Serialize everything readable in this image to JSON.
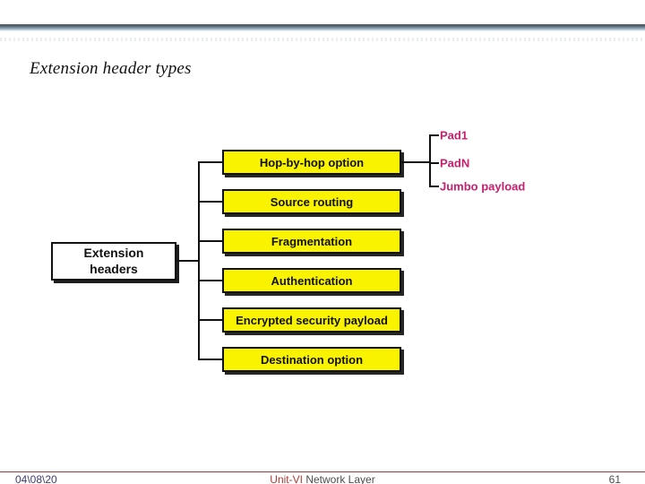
{
  "slide": {
    "title": "Extension header types",
    "footer": {
      "date": "04\\08\\20",
      "unit": "Unit-VI",
      "course": "Network Layer",
      "page_number": "61"
    },
    "colors": {
      "box_fill_yellow": "#faf300",
      "option_label_magenta": "#c7216e",
      "accent_bar_blue_gray": "#6d8294",
      "footer_line_red": "#9e3a38",
      "footer_date_blue": "#3c3c74",
      "footer_unit_red": "#b03a33",
      "footer_text_gray": "#4d4d4d"
    }
  },
  "diagram": {
    "root_label": "Extension\nheaders",
    "headers": [
      "Hop-by-hop option",
      "Source routing",
      "Fragmentation",
      "Authentication",
      "Encrypted security payload",
      "Destination option"
    ],
    "hop_by_hop_options": [
      "Pad1",
      "PadN",
      "Jumbo payload"
    ]
  }
}
